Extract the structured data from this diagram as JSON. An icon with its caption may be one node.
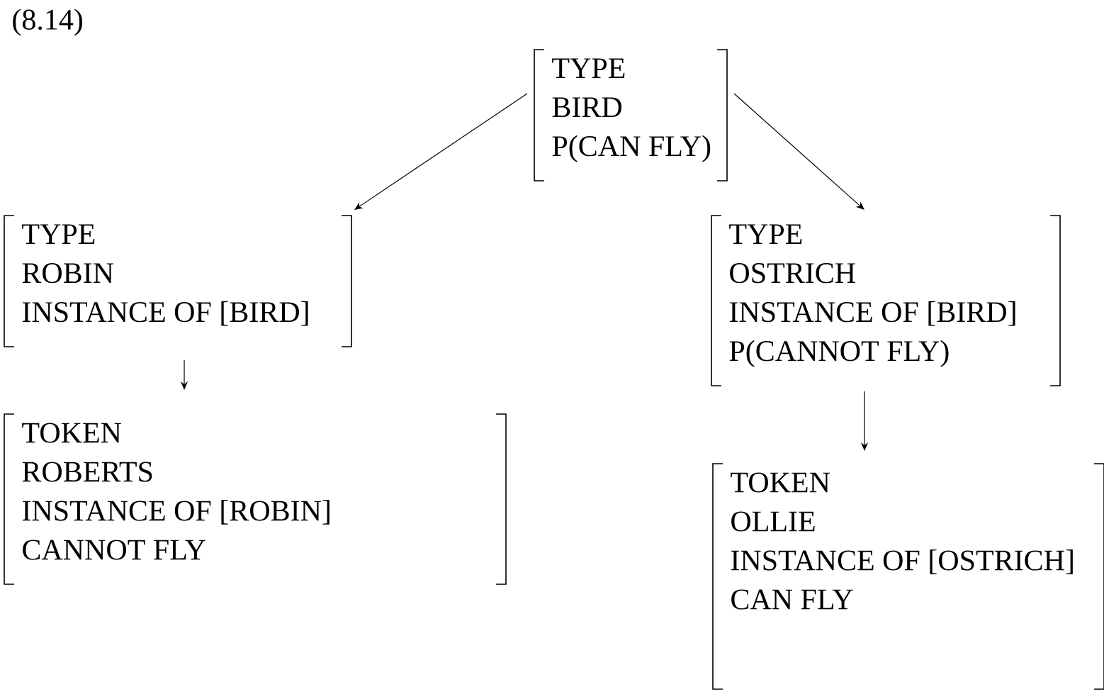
{
  "diagram": {
    "nodes": [
      {
        "text": [
          "TYPE",
          "BIRD",
          "P(CAN FLY)"
        ]
      },
      {
        "text": [
          "TYPE",
          "ROBIN",
          "INSTANCE OF [BIRD]"
        ]
      },
      {
        "text": [
          "TYPE",
          "OSTRICH",
          "INSTANCE OF [BIRD]",
          "P(CANNOT FLY)"
        ]
      },
      {
        "text": [
          "TOKEN",
          "ROBERTS",
          "INSTANCE OF [ROBIN]",
          "CANNOT FLY"
        ]
      },
      {
        "text": [
          "TOKEN",
          "OLLIE",
          "INSTANCE OF [OSTRICH]",
          "CAN FLY"
        ]
      }
    ],
    "edges": [
      {
        "from": 0,
        "to": 1,
        "arrow": "to"
      },
      {
        "from": 0,
        "to": 2,
        "arrow": "to"
      },
      {
        "from": 1,
        "to": 3,
        "arrow": "to"
      },
      {
        "from": 2,
        "to": 4,
        "arrow": "to"
      }
    ],
    "labels": [
      "(8.14)"
    ]
  }
}
